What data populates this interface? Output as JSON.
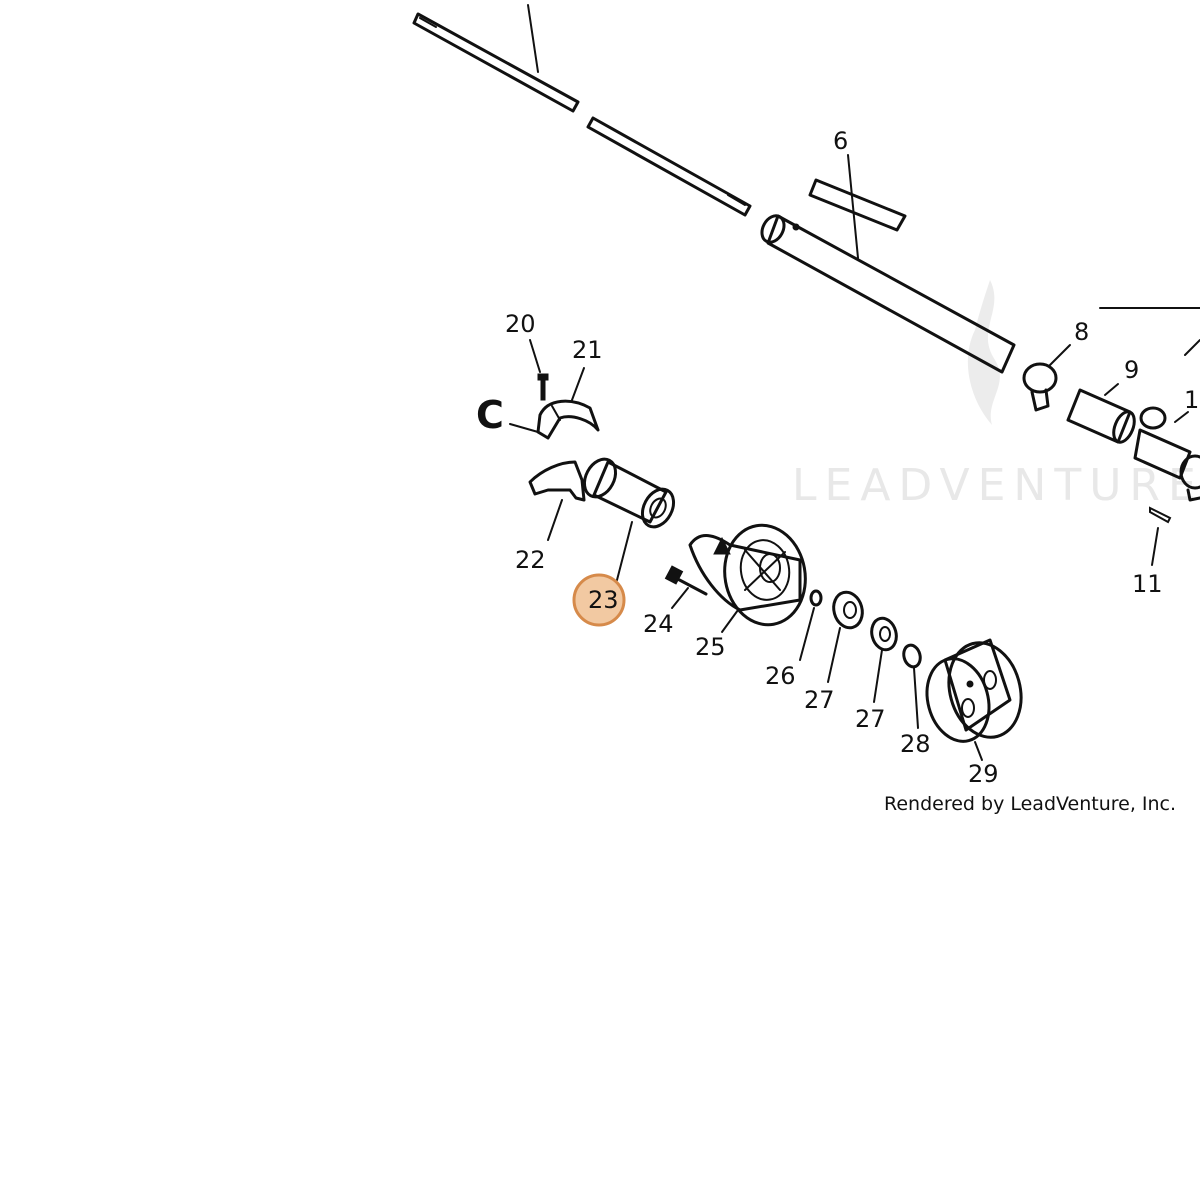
{
  "watermark": {
    "text": "LEADVENTURE"
  },
  "credit": {
    "text": "Rendered by LeadVenture, Inc."
  },
  "section_marker": {
    "letter": "C"
  },
  "highlight_color": "#f2c9a2",
  "highlight_border_color": "#d68a4a",
  "callouts": {
    "p6": "6",
    "p8": "8",
    "p9": "9",
    "p10": "1",
    "p11": "11",
    "p20": "20",
    "p21": "21",
    "p22": "22",
    "p23": "23",
    "p24": "24",
    "p25": "25",
    "p26": "26",
    "p27a": "27",
    "p27b": "27",
    "p28": "28",
    "p29": "29"
  }
}
